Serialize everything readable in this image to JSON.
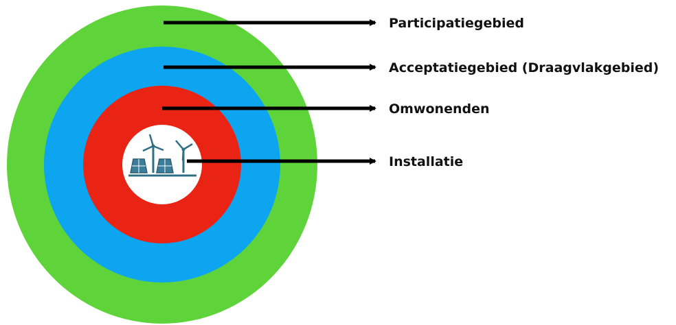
{
  "diagram": {
    "labels": {
      "participation": "Participatiegebied",
      "acceptance": "Acceptatiegebied (Draagvlakgebied)",
      "residents": "Omwonenden",
      "installation": "Installatie"
    },
    "colors": {
      "participation_ring": "#5fd43a",
      "acceptance_ring": "#0ea5f0",
      "residents_ring": "#ea2414",
      "installation_core": "#ffffff",
      "arrow": "#000000",
      "icon": "#2f6f86"
    },
    "icon": "wind-turbines-and-solar-panels-icon"
  }
}
